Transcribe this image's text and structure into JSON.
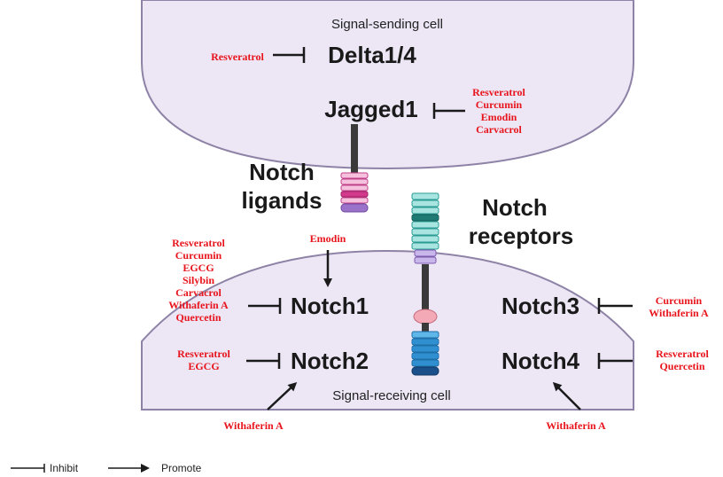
{
  "cells": {
    "sending": "Signal-sending cell",
    "receiving": "Signal-receiving cell"
  },
  "nodes": {
    "delta": "Delta1/4",
    "jagged": "Jagged1",
    "ligands_line1": "Notch",
    "ligands_line2": "ligands",
    "receptors_line1": "Notch",
    "receptors_line2": "receptors",
    "notch1": "Notch1",
    "notch2": "Notch2",
    "notch3": "Notch3",
    "notch4": "Notch4"
  },
  "compounds": {
    "delta_inhibitors": [
      "Resveratrol"
    ],
    "jagged_inhibitors": [
      "Resveratrol",
      "Curcumin",
      "Emodin",
      "Carvacrol"
    ],
    "notch1_promoters": [
      "Emodin"
    ],
    "notch1_inhibitors": [
      "Resveratrol",
      "Curcumin",
      "EGCG",
      "Silybin",
      "Carvacrol",
      "Withaferin A",
      "Quercetin"
    ],
    "notch2_inhibitors": [
      "Resveratrol",
      "EGCG"
    ],
    "notch2_promoters": [
      "Withaferin A"
    ],
    "notch3_inhibitors": [
      "Curcumin",
      "Withaferin A"
    ],
    "notch4_inhibitors": [
      "Resveratrol",
      "Quercetin"
    ],
    "notch4_promoters": [
      "Withaferin A"
    ]
  },
  "legend": {
    "inhibit": "Inhibit",
    "promote": "Promote"
  },
  "colors": {
    "cell_fill": "#ece6f5",
    "cell_stroke": "#8e83a6",
    "compound_text": "#e8141c",
    "arrow": "#1a1a1a"
  }
}
